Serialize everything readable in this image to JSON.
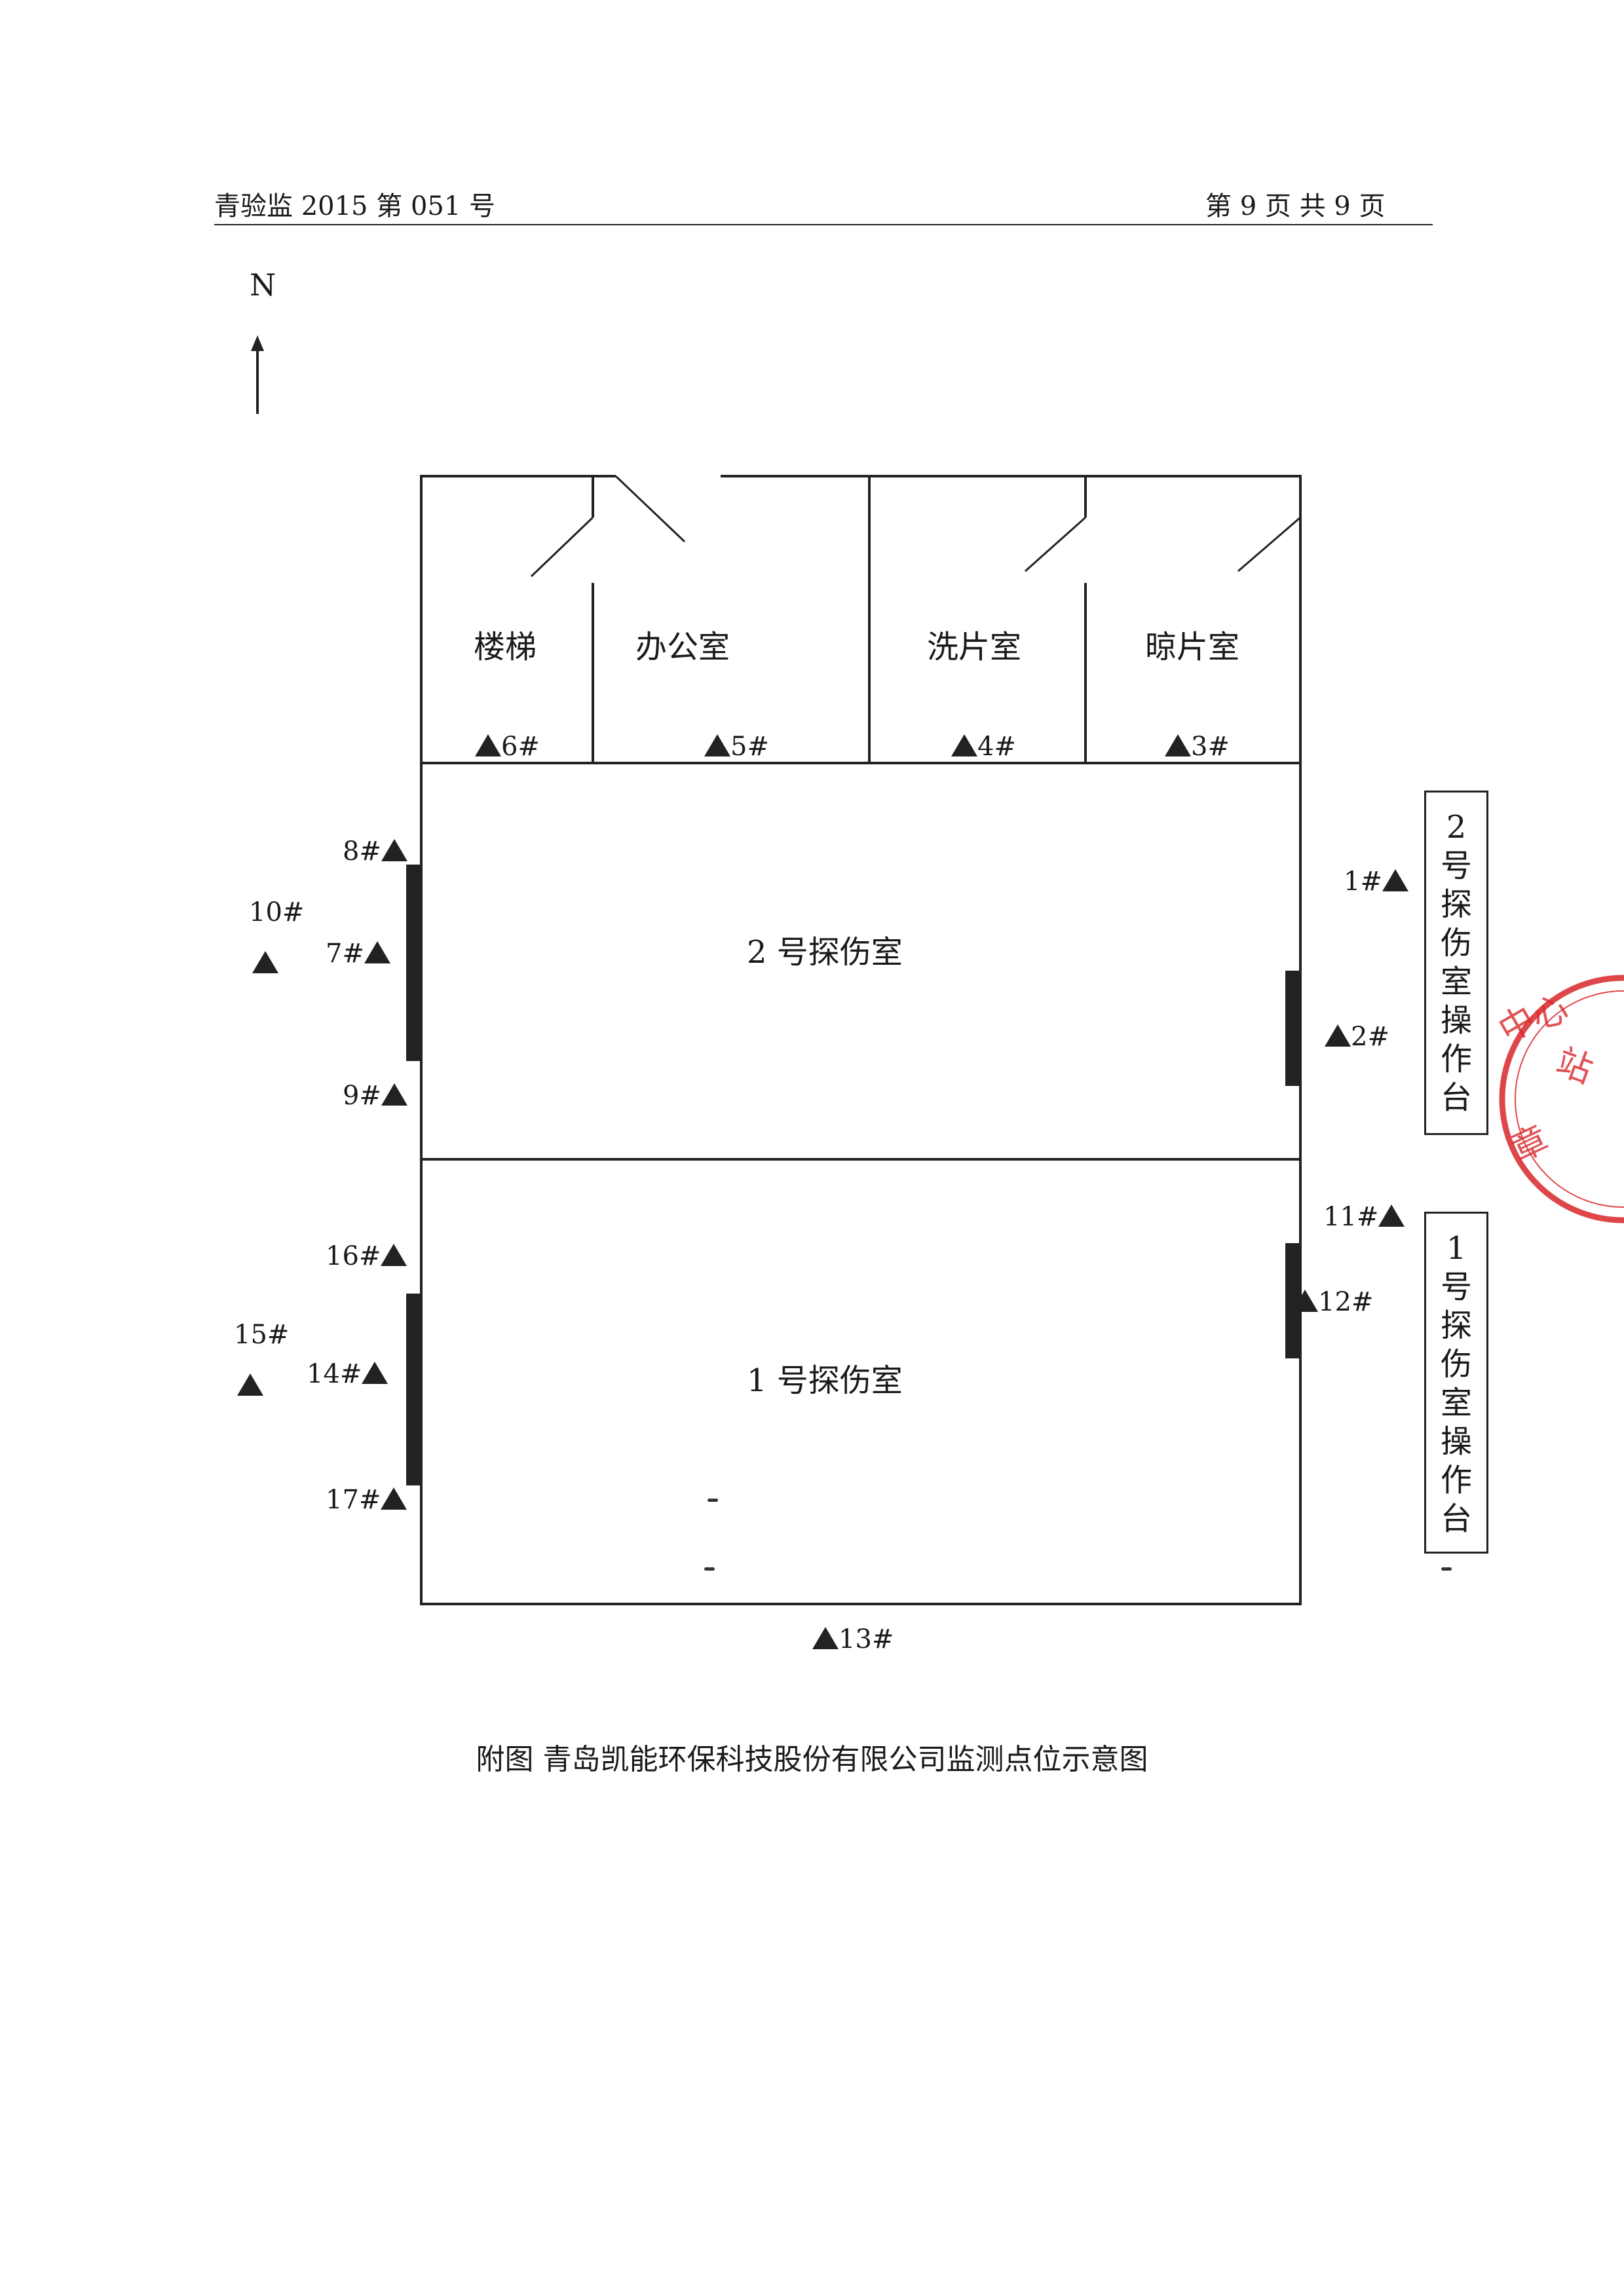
{
  "header": {
    "doc_number": "青验监 2015 第 051 号",
    "page_info": "第 9 页  共 9 页"
  },
  "north_label": "N",
  "rooms": {
    "stairs": "楼梯",
    "office": "办公室",
    "film_washing": "洗片室",
    "film_drying": "晾片室",
    "room2": "2 号探伤室",
    "room1": "1 号探伤室"
  },
  "console2": [
    "2",
    "号",
    "探",
    "伤",
    "室",
    "操",
    "作",
    "台"
  ],
  "console1": [
    "1",
    "号",
    "探",
    "伤",
    "室",
    "操",
    "作",
    "台"
  ],
  "points": {
    "p1": "1#",
    "p2": "2#",
    "p3": "3#",
    "p4": "4#",
    "p5": "5#",
    "p6": "6#",
    "p7": "7#",
    "p8": "8#",
    "p9": "9#",
    "p10": "10#",
    "p11": "11#",
    "p12": "12#",
    "p13": "13#",
    "p14": "14#",
    "p15": "15#",
    "p16": "16#",
    "p17": "17#"
  },
  "caption": "附图  青岛凯能环保科技股份有限公司监测点位示意图",
  "seal": {
    "text": "中心站 章",
    "color": "#d9272b"
  }
}
